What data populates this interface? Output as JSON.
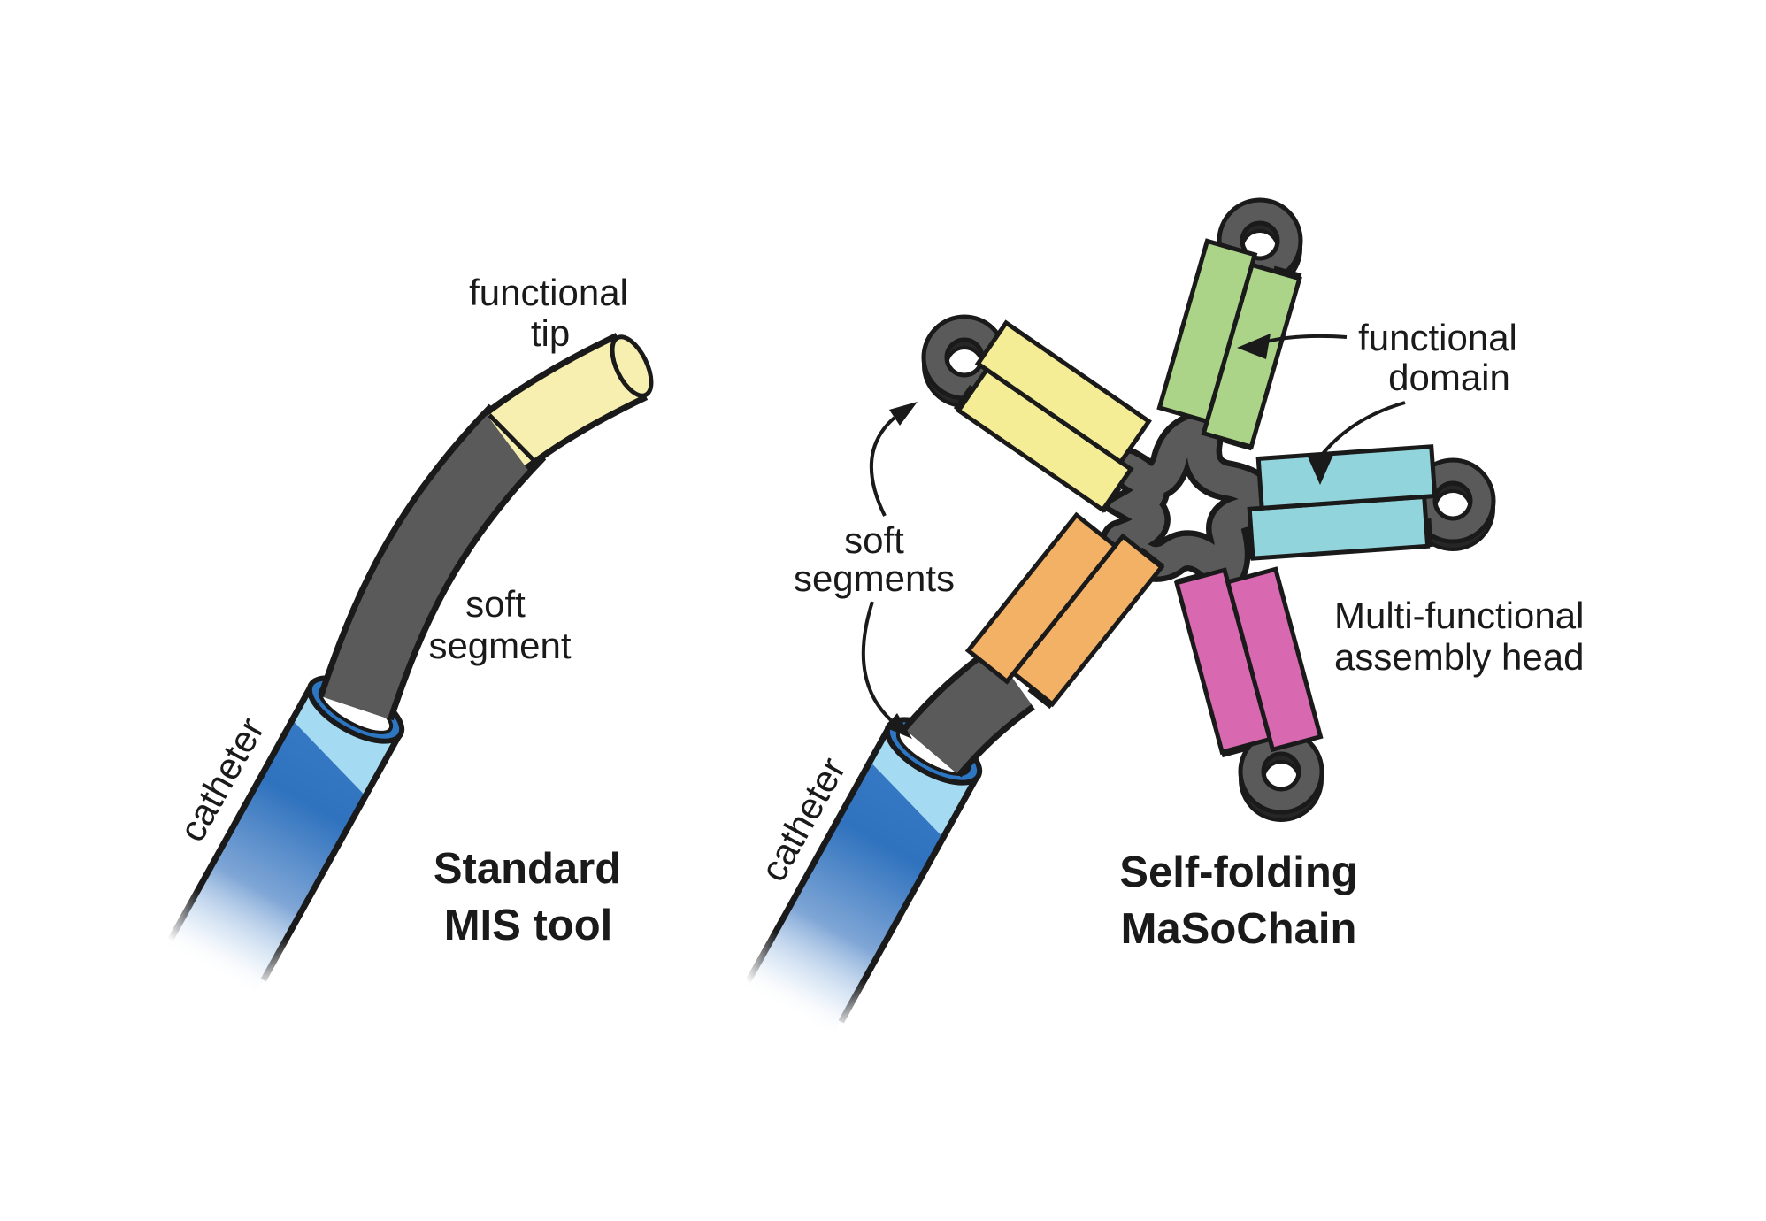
{
  "figure": {
    "type": "scientific-illustration",
    "description_left": "catheter with one soft segment and functional tip",
    "description_right": "catheter with self-folding chain of five functional domains"
  },
  "colors": {
    "background": "#ffffff",
    "outline": "#1a1a1a",
    "tube_gray": "#5a5a5a",
    "tube_gray_shadow": "#262626",
    "catheter_blue": "#3a7cc6",
    "catheter_light_band": "#a5dbf2",
    "catheter_rim": "#2d76c2",
    "functional_tip_yellow": "#f6efaf",
    "segment_yellow": "#f5ec96",
    "segment_green": "#abd489",
    "segment_cyan": "#92d4dc",
    "segment_pink": "#d869b0",
    "segment_orange": "#f2b165"
  },
  "left_panel": {
    "title_line1": "Standard",
    "title_line2": "MIS tool",
    "labels": {
      "functional_tip_line1": "functional",
      "functional_tip_line2": "tip",
      "soft_segment_line1": "soft",
      "soft_segment_line2": "segment",
      "catheter": "catheter"
    }
  },
  "right_panel": {
    "title_line1": "Self-folding",
    "title_line2": "MaSoChain",
    "labels": {
      "soft_segments_line1": "soft",
      "soft_segments_line2": "segments",
      "functional_domain_line1": "functional",
      "functional_domain_line2": "domain",
      "assembly_head_line1": "Multi-functional",
      "assembly_head_line2": "assembly head",
      "catheter": "catheter"
    }
  }
}
